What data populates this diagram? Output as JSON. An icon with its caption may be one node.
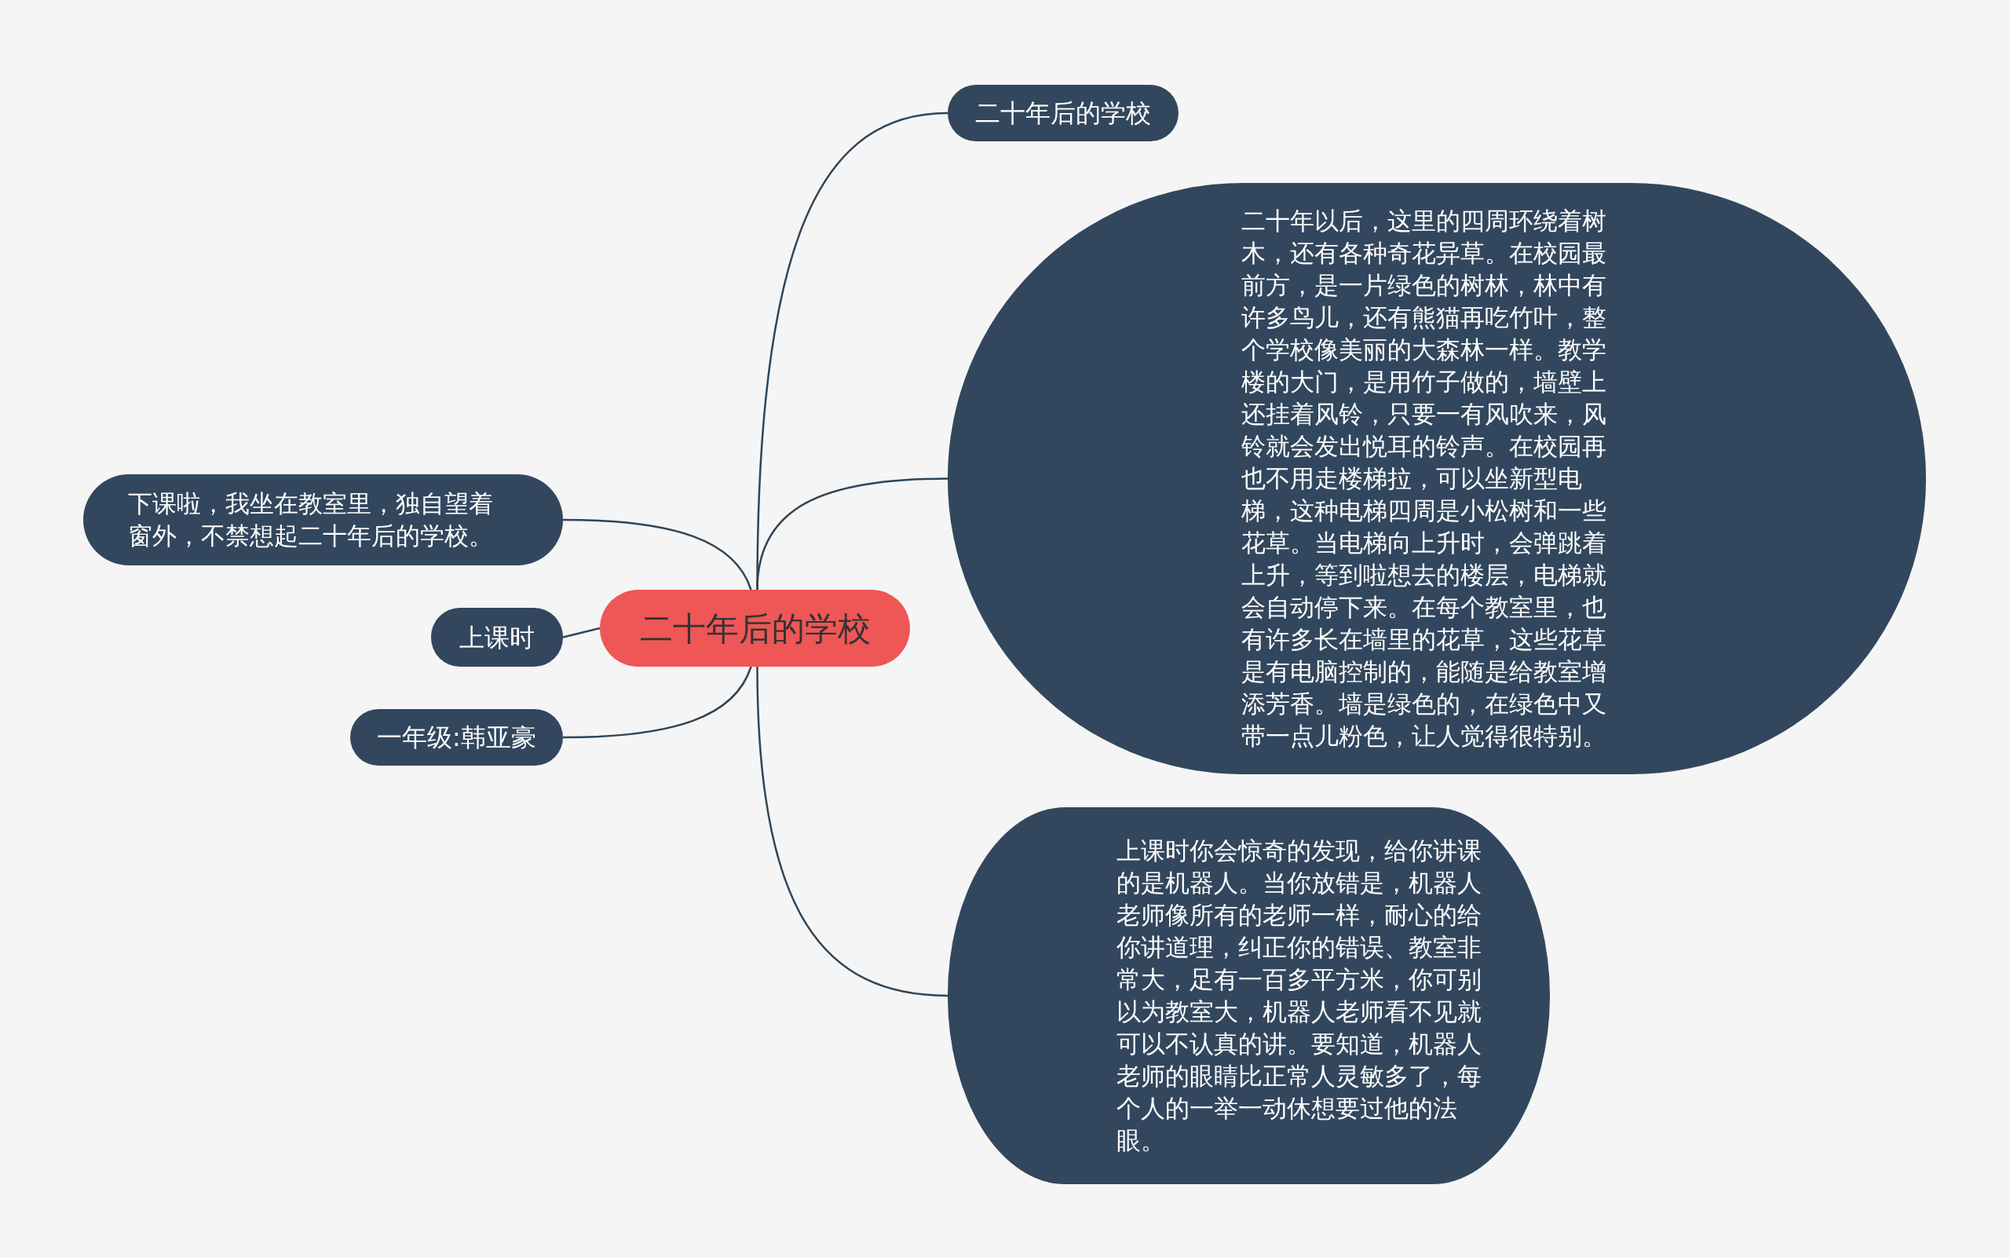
{
  "diagram": {
    "nodes": [
      {
        "text": [
          "二十年后的学校"
        ]
      },
      {
        "text": [
          "二十年后的学校"
        ]
      },
      {
        "text": [
          "二十年以后，这里的四周环绕着树木，还有各种奇花异草。在校园最前方，是一片绿色的树林，林中有许多鸟儿，还有熊猫再吃竹叶，整个学校像美丽的大森林一样。教学楼的大门，是用竹子做的，墙壁上还挂着风铃，只要一有风吹来，风铃就会发出悦耳的铃声。在校园再也不用走楼梯拉，可以坐新型电梯，这种电梯四周是小松树和一些花草。当电梯向上升时，会弹跳着上升，等到啦想去的楼层，电梯就会自动停下来。在每个教室里，也有许多长在墙里的花草，这些花草是有电脑控制的，能随是给教室增添芳香。墙是绿色的，在绿色中又带一点儿粉色，让人觉得很特别。"
        ]
      },
      {
        "text": [
          "上课时你会惊奇的发现，给你讲课的是机器人。当你放错是，机器人老师像所有的老师一样，耐心的给你讲道理，纠正你的错误、教室非常大，足有一百多平方米，你可别以为教室大，机器人老师看不见就可以不认真的讲。要知道，机器人老师的眼睛比正常人灵敏多了，每个人的一举一动休想要过他的法眼。"
        ]
      },
      {
        "text": [
          "下课啦，我坐在教室里，独自望着窗外，不禁想起二十年后的学校。"
        ]
      },
      {
        "text": [
          "上课时"
        ]
      },
      {
        "text": [
          "一年级:韩亚豪"
        ]
      }
    ],
    "edges": [
      {
        "from": 0,
        "to": 1,
        "arrow": "none"
      },
      {
        "from": 0,
        "to": 2,
        "arrow": "none"
      },
      {
        "from": 0,
        "to": 3,
        "arrow": "none"
      },
      {
        "from": 0,
        "to": 4,
        "arrow": "none"
      },
      {
        "from": 0,
        "to": 5,
        "arrow": "none"
      },
      {
        "from": 0,
        "to": 6,
        "arrow": "none"
      }
    ]
  }
}
